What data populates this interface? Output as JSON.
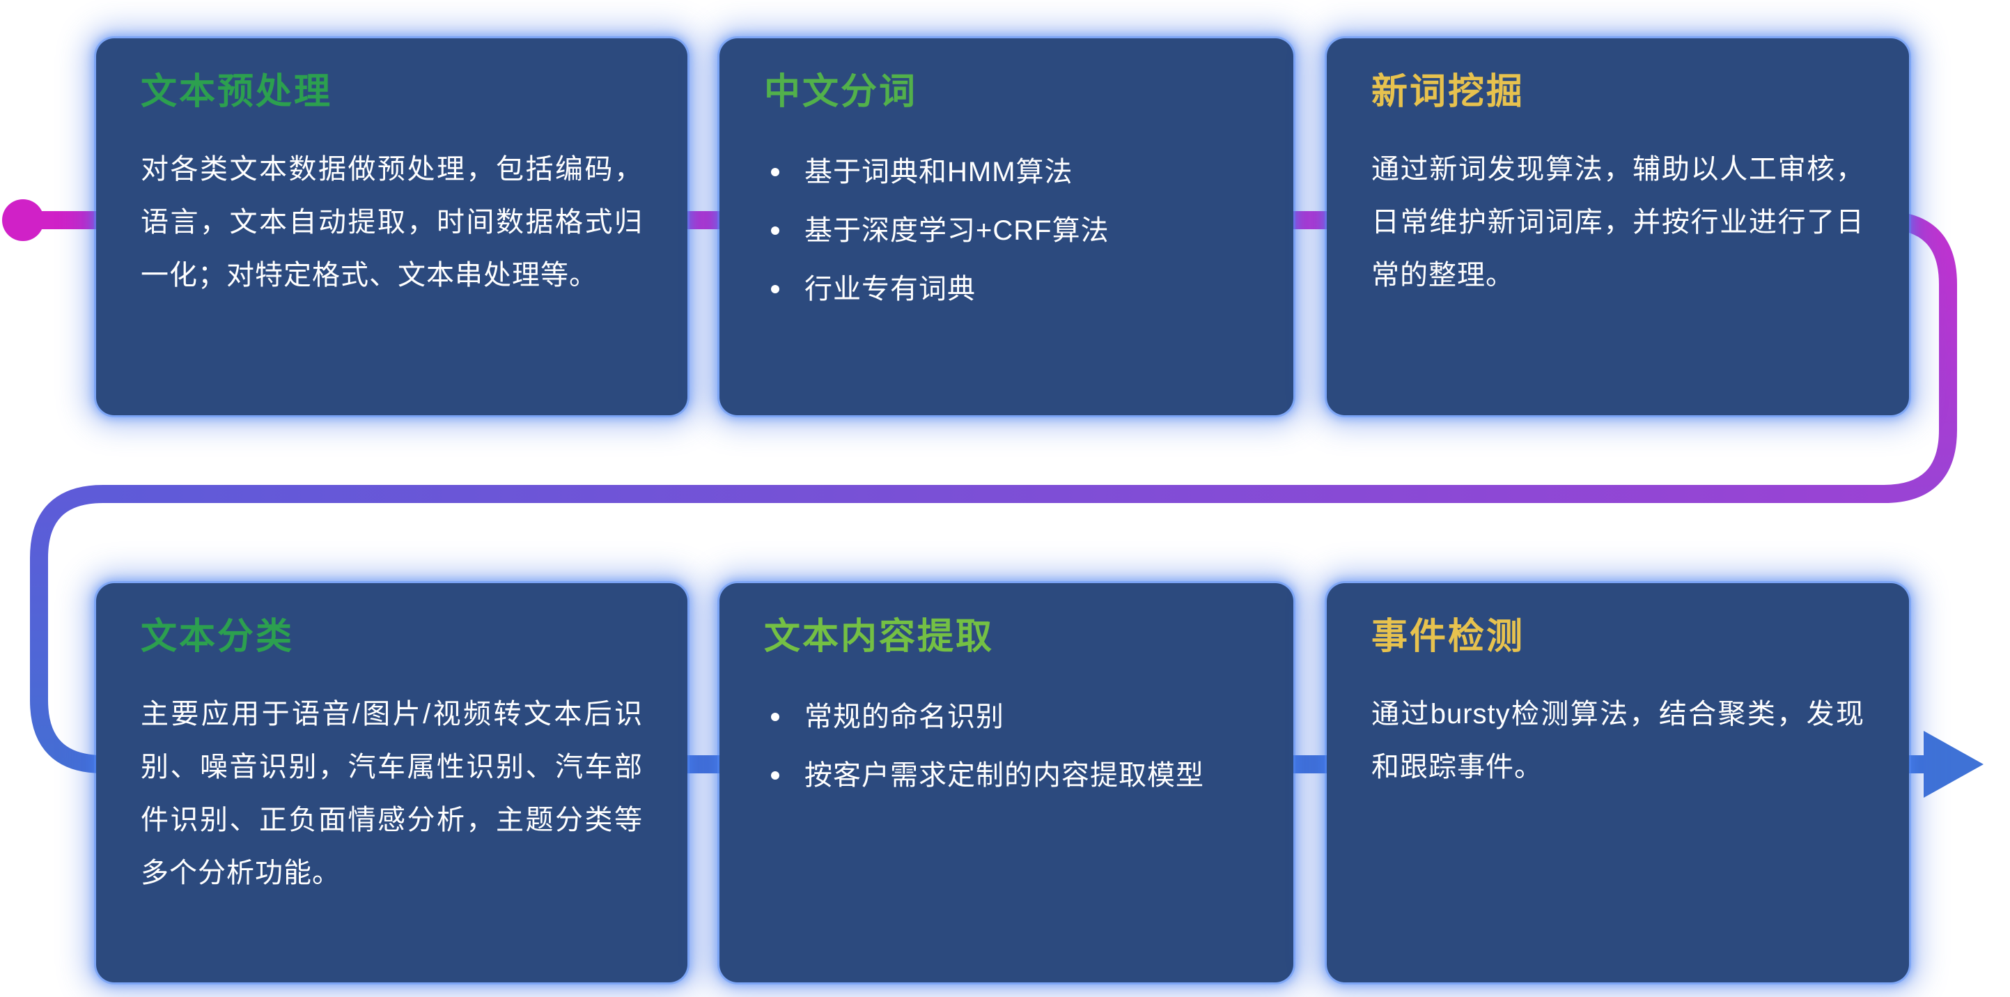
{
  "diagram": {
    "background": "#ffffff",
    "flow": {
      "start_marker": "dot",
      "end_marker": "arrow-right",
      "start_color": "#d021c7",
      "mid_color": "#8b4ad5",
      "end_color": "#3f72d6"
    },
    "card_style": {
      "background": "#2c4a7e",
      "glow": "#4079e8",
      "body_color": "#ffffff"
    }
  },
  "cards": [
    {
      "title": "文本预处理",
      "title_color": "#2ca04f",
      "body": "对各类文本数据做预处理，包括编码，语言，文本自动提取，时间数据格式归一化；对特定格式、文本串处理等。"
    },
    {
      "title": "中文分词",
      "title_color": "#52b14b",
      "bullets": [
        "基于词典和HMM算法",
        "基于深度学习+CRF算法",
        "行业专有词典"
      ]
    },
    {
      "title": "新词挖掘",
      "title_color": "#e7c24e",
      "body": "通过新词发现算法，辅助以人工审核，日常维护新词词库，并按行业进行了日常的整理。"
    },
    {
      "title": "文本分类",
      "title_color": "#2ca04f",
      "body": "主要应用于语音/图片/视频转文本后识别、噪音识别，汽车属性识别、汽车部件识别、正负面情感分析，主题分类等多个分析功能。"
    },
    {
      "title": "文本内容提取",
      "title_color": "#74c044",
      "bullets": [
        "常规的命名识别",
        "按客户需求定制的内容提取模型"
      ]
    },
    {
      "title": "事件检测",
      "title_color": "#e7c24e",
      "body": "通过bursty检测算法，结合聚类，发现和跟踪事件。"
    }
  ]
}
